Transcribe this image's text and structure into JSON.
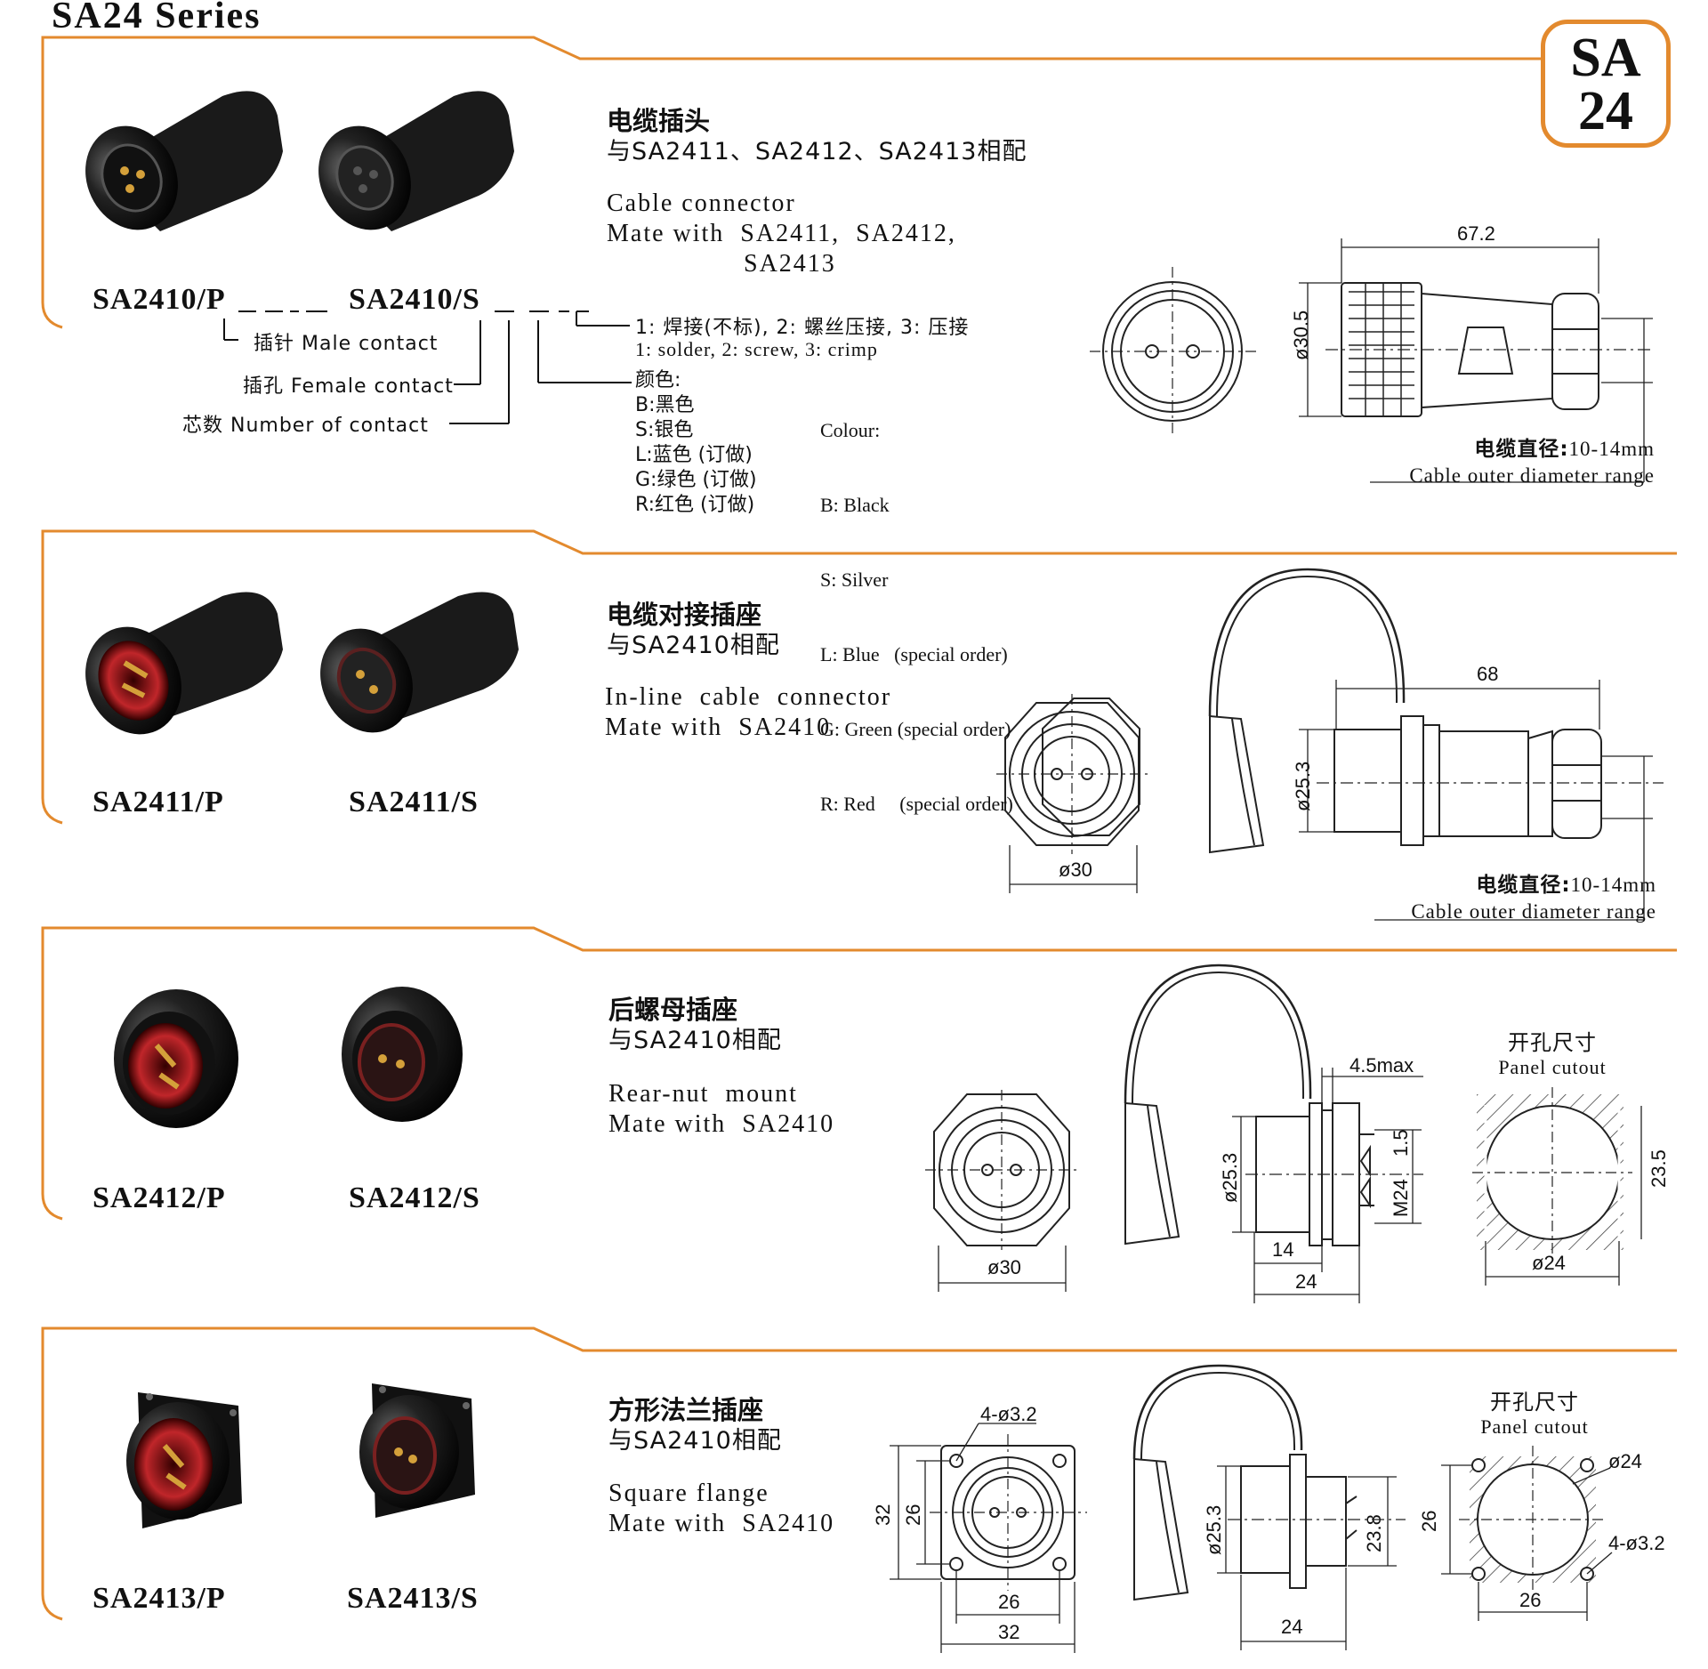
{
  "header": {
    "series_title": "SA24 Series",
    "badge_line1": "SA",
    "badge_line2": "24"
  },
  "colors": {
    "accent": "#e38a2e",
    "ink": "#111111"
  },
  "products": [
    {
      "id": "SA2410",
      "cn_title": "电缆插头",
      "cn_mate": "与SA2411、SA2412、SA2413相配",
      "en_title": "Cable connector",
      "en_mate": "Mate with  SA2411,  SA2412,",
      "en_mate2": "SA2413",
      "model_male": "SA2410/P",
      "model_female": "SA2410/S",
      "dim_length": "67.2",
      "dim_diameter": "ø30.5",
      "cable_cn": "电缆直径:",
      "cable_range": "10-14mm",
      "cable_en": "Cable outer  diameter range"
    },
    {
      "id": "SA2411",
      "cn_title": "电缆对接插座",
      "cn_mate": "与SA2410相配",
      "en_title": "In-line  cable  connector",
      "en_mate": "Mate with  SA2410",
      "model_male": "SA2411/P",
      "model_female": "SA2411/S",
      "dim_length": "68",
      "dim_diameter": "ø25.3",
      "dim_front": "ø30",
      "cable_cn": "电缆直径:",
      "cable_range": "10-14mm",
      "cable_en": "Cable outer  diameter range"
    },
    {
      "id": "SA2412",
      "cn_title": "后螺母插座",
      "cn_mate": "与SA2410相配",
      "en_title": "Rear-nut  mount",
      "en_mate": "Mate with  SA2410",
      "model_male": "SA2412/P",
      "model_female": "SA2412/S",
      "dim_front": "ø30",
      "dim_maxthick": "4.5max",
      "dim_diameter": "ø25.3",
      "dim_thread": "M24",
      "dim_pitch": "1.5",
      "dim_14": "14",
      "dim_24": "24",
      "cutout_cn": "开孔尺寸",
      "cutout_en": "Panel cutout",
      "cutout_h": "23.5",
      "cutout_d": "ø24"
    },
    {
      "id": "SA2413",
      "cn_title": "方形法兰插座",
      "cn_mate": "与SA2410相配",
      "en_title": "Square flange",
      "en_mate": "Mate with  SA2410",
      "model_male": "SA2413/P",
      "model_female": "SA2413/S",
      "dim_holes": "4-ø3.2",
      "dim_32v": "32",
      "dim_26v": "26",
      "dim_26h": "26",
      "dim_32h": "32",
      "dim_diameter": "ø25.3",
      "dim_238": "23.8",
      "dim_24": "24",
      "cutout_cn": "开孔尺寸",
      "cutout_en": "Panel cutout",
      "cutout_d": "ø24",
      "cutout_holes": "4-ø3.2",
      "cutout_26v": "26",
      "cutout_26h": "26"
    }
  ],
  "code_legend": {
    "male": "插针 Male contact",
    "female": "插孔 Female contact",
    "contacts": "芯数  Number  of  contact",
    "termination_cn": "1: 焊接(不标),  2: 螺丝压接,  3: 压接",
    "termination_en": "1: solder, 2: screw, 3: crimp",
    "colour_cn_title": "颜色:",
    "colour_en_title": "Colour:",
    "colour_cn": [
      "B:黑色",
      "S:银色",
      "L:蓝色 (订做)",
      "G:绿色 (订做)",
      "R:红色 (订做)"
    ],
    "colour_en": [
      "B: Black",
      "S: Silver",
      "L: Blue   (special order)",
      "G: Green (special order)",
      "R: Red     (special order)"
    ]
  }
}
